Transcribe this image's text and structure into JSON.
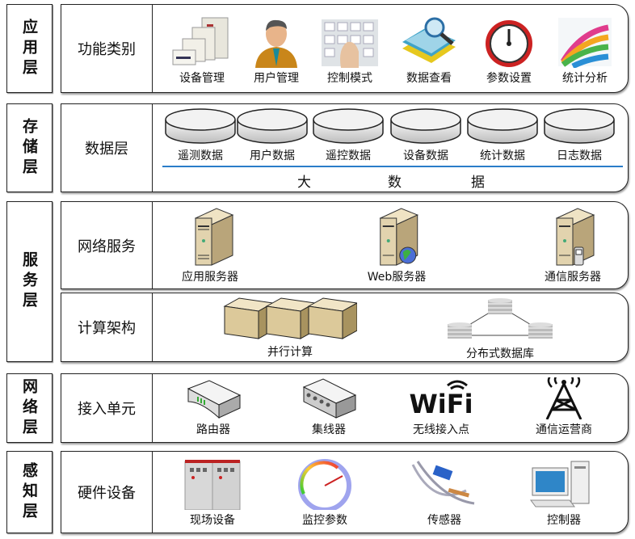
{
  "layers": [
    {
      "name": "应用层",
      "category": "功能类别",
      "items": [
        {
          "label": "设备管理",
          "icon": "equipment-icon"
        },
        {
          "label": "用户管理",
          "icon": "user-icon"
        },
        {
          "label": "控制模式",
          "icon": "keyboard-icon"
        },
        {
          "label": "数据查看",
          "icon": "book-magnifier-icon"
        },
        {
          "label": "参数设置",
          "icon": "clock-gauge-icon"
        },
        {
          "label": "统计分析",
          "icon": "chart-icon"
        }
      ]
    },
    {
      "name": "存储层",
      "category": "数据层",
      "items": [
        {
          "label": "遥测数据",
          "icon": "disk-icon"
        },
        {
          "label": "用户数据",
          "icon": "disk-icon"
        },
        {
          "label": "遥控数据",
          "icon": "disk-icon"
        },
        {
          "label": "设备数据",
          "icon": "disk-icon"
        },
        {
          "label": "统计数据",
          "icon": "disk-icon"
        },
        {
          "label": "日志数据",
          "icon": "disk-icon"
        }
      ],
      "big_data": [
        "大",
        "数",
        "据"
      ]
    },
    {
      "name": "服务层",
      "sub": [
        {
          "category": "网络服务",
          "items": [
            {
              "label": "应用服务器",
              "icon": "server-icon"
            },
            {
              "label": "Web服务器",
              "icon": "web-server-icon"
            },
            {
              "label": "通信服务器",
              "icon": "comm-server-icon"
            }
          ]
        },
        {
          "category": "计算架构",
          "items": [
            {
              "label": "并行计算",
              "icon": "parallel-servers-icon"
            },
            {
              "label": "分布式数据库",
              "icon": "distributed-db-icon"
            }
          ]
        }
      ]
    },
    {
      "name": "网络层",
      "category": "接入单元",
      "items": [
        {
          "label": "路由器",
          "icon": "router-icon"
        },
        {
          "label": "集线器",
          "icon": "hub-icon"
        },
        {
          "label": "无线接入点",
          "icon": "wifi-icon",
          "logo_text": "WiFi"
        },
        {
          "label": "通信运营商",
          "icon": "tower-icon"
        }
      ]
    },
    {
      "name": "感知层",
      "category": "硬件设备",
      "items": [
        {
          "label": "现场设备",
          "icon": "cabinet-icon"
        },
        {
          "label": "监控参数",
          "icon": "gauge-icon"
        },
        {
          "label": "传感器",
          "icon": "sensor-icon"
        },
        {
          "label": "控制器",
          "icon": "computer-icon"
        }
      ]
    }
  ],
  "colors": {
    "border": "#222222",
    "blue_line": "#2a7dc9",
    "server": "#d9c9a3"
  }
}
